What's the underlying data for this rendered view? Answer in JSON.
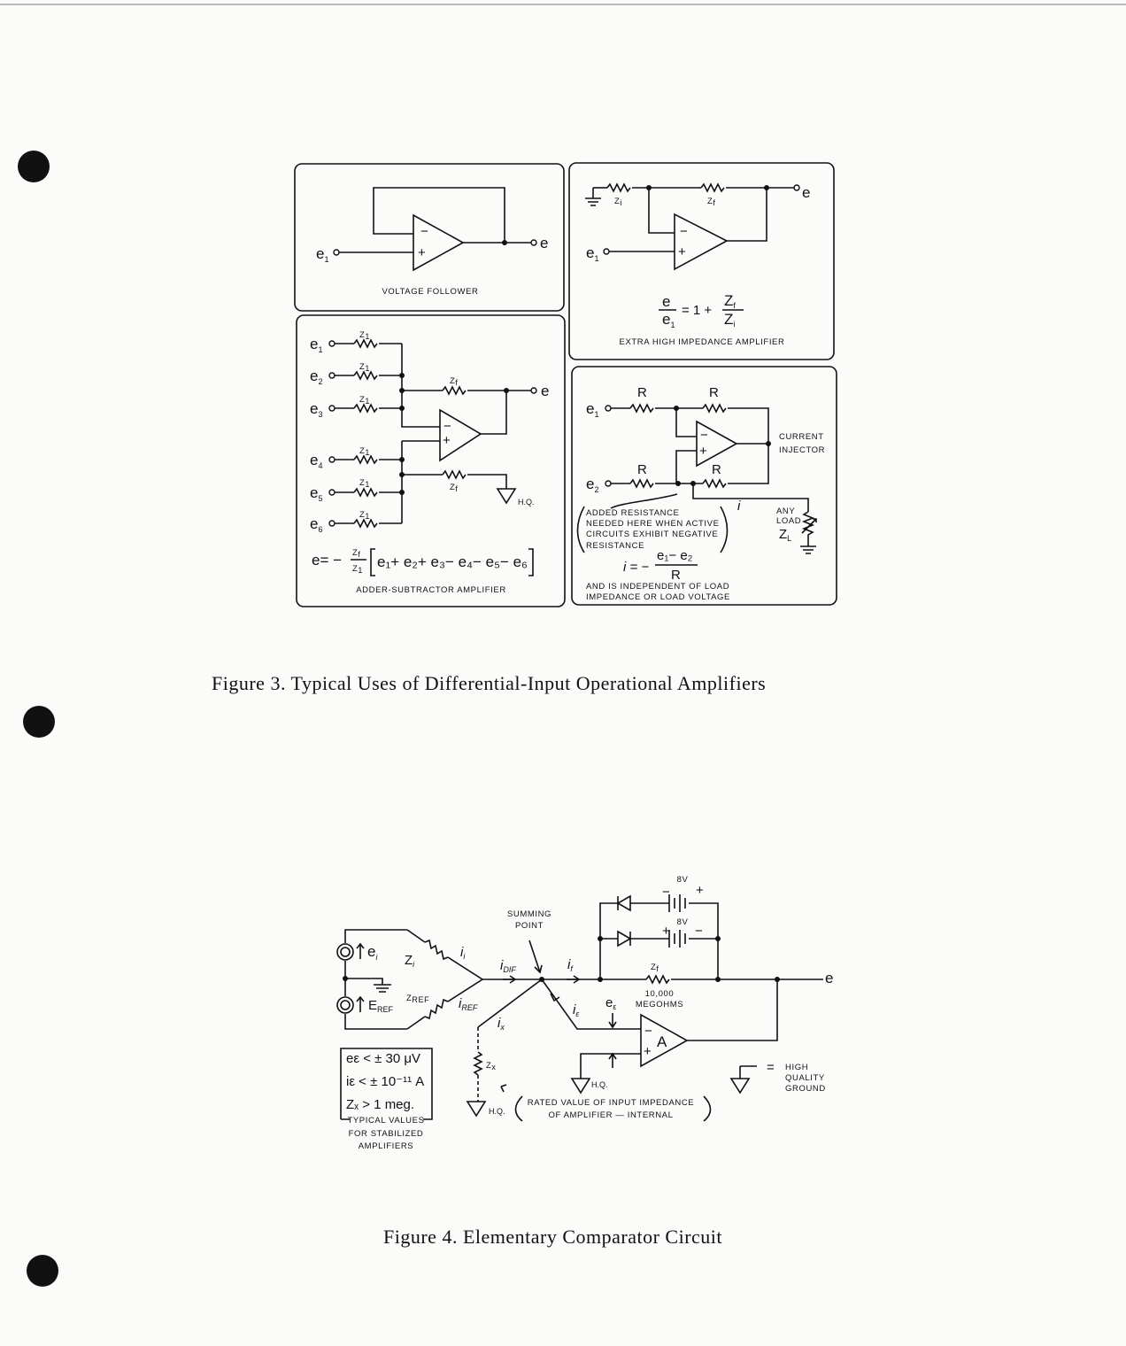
{
  "figure3": {
    "caption": "Figure 3.   Typical Uses of Differential-Input Operational Amplifiers",
    "voltage_follower": {
      "title": "VOLTAGE FOLLOWER",
      "input": "e",
      "input_sub": "1",
      "output": "e"
    },
    "extra_high": {
      "title": "EXTRA HIGH IMPEDANCE AMPLIFIER",
      "zi": "Z",
      "zi_sub": "i",
      "zf": "Z",
      "zf_sub": "f",
      "input": "e",
      "input_sub": "1",
      "output": "e",
      "eq_num": "e",
      "eq_den": "e",
      "eq_den_sub": "1",
      "eq_mid": "= 1 +",
      "eq_frac_num": "Z",
      "eq_frac_num_sub": "f",
      "eq_frac_den": "Z",
      "eq_frac_den_sub": "i"
    },
    "adder_subtractor": {
      "title": "ADDER-SUBTRACTOR AMPLIFIER",
      "inputs": [
        "e",
        "e",
        "e",
        "e",
        "e",
        "e"
      ],
      "input_subs": [
        "1",
        "2",
        "3",
        "4",
        "5",
        "6"
      ],
      "z1": "Z",
      "z1_sub": "1",
      "zf": "Z",
      "zf_sub": "f",
      "output": "e",
      "ground": "H.Q.",
      "eq_lead": "e= −",
      "eq_frac_num": "Z",
      "eq_frac_num_sub": "f",
      "eq_frac_den": "Z",
      "eq_frac_den_sub": "1",
      "eq_bracket": "e₁+ e₂+ e₃− e₄− e₅− e₆"
    },
    "current_injector": {
      "title_line1": "CURRENT",
      "title_line2": "INJECTOR",
      "r": "R",
      "inputs": [
        "e",
        "e"
      ],
      "input_subs": [
        "1",
        "2"
      ],
      "current": "i",
      "note": [
        "ADDED RESISTANCE",
        "NEEDED HERE WHEN ACTIVE",
        "CIRCUITS EXHIBIT NEGATIVE",
        "RESISTANCE"
      ],
      "load_line1": "ANY",
      "load_line2": "LOAD",
      "zl": "Z",
      "zl_sub": "L",
      "eq_lead": "i = −",
      "eq_num": "e₁− e₂",
      "eq_den": "R",
      "footer": [
        "AND IS INDEPENDENT OF LOAD",
        "IMPEDANCE OR LOAD VOLTAGE"
      ]
    }
  },
  "figure4": {
    "caption": "Figure 4.   Elementary Comparator Circuit",
    "summing_point": [
      "SUMMING",
      "POINT"
    ],
    "battery_label": "8V",
    "plus": "+",
    "minus": "−",
    "zf": "Z",
    "zf_sub": "f",
    "zf_value": [
      "10,000",
      "MEGOHMS"
    ],
    "ei": "e",
    "ei_sub": "i",
    "eref": "E",
    "eref_sub": "REF",
    "zi": "Z",
    "zi_sub": "i",
    "zref": "Z",
    "zref_sub": "REF",
    "ii": "i",
    "ii_sub": "i",
    "idif": "i",
    "idif_sub": "DIF",
    "iref": "i",
    "iref_sub": "REF",
    "if": "i",
    "if_sub": "f",
    "ie": "i",
    "ie_sub": "ε",
    "ix": "i",
    "ix_sub": "x",
    "ee": "e",
    "ee_sub": "ε",
    "zx": "Z",
    "zx_sub": "x",
    "amp": "A",
    "output": "e",
    "hq": "H.Q.",
    "typical_rows": [
      "eε < ± 30 μV",
      "iε < ± 10⁻¹¹ A",
      "Zₓ > 1 meg."
    ],
    "typical_title": "TYPICAL VALUES",
    "typical_footer": [
      "FOR STABILIZED",
      "AMPLIFIERS"
    ],
    "rated": [
      "RATED VALUE OF INPUT IMPEDANCE",
      "OF AMPLIFIER — INTERNAL"
    ],
    "legend_eq": "=",
    "legend": [
      "HIGH",
      "QUALITY",
      "GROUND"
    ]
  }
}
